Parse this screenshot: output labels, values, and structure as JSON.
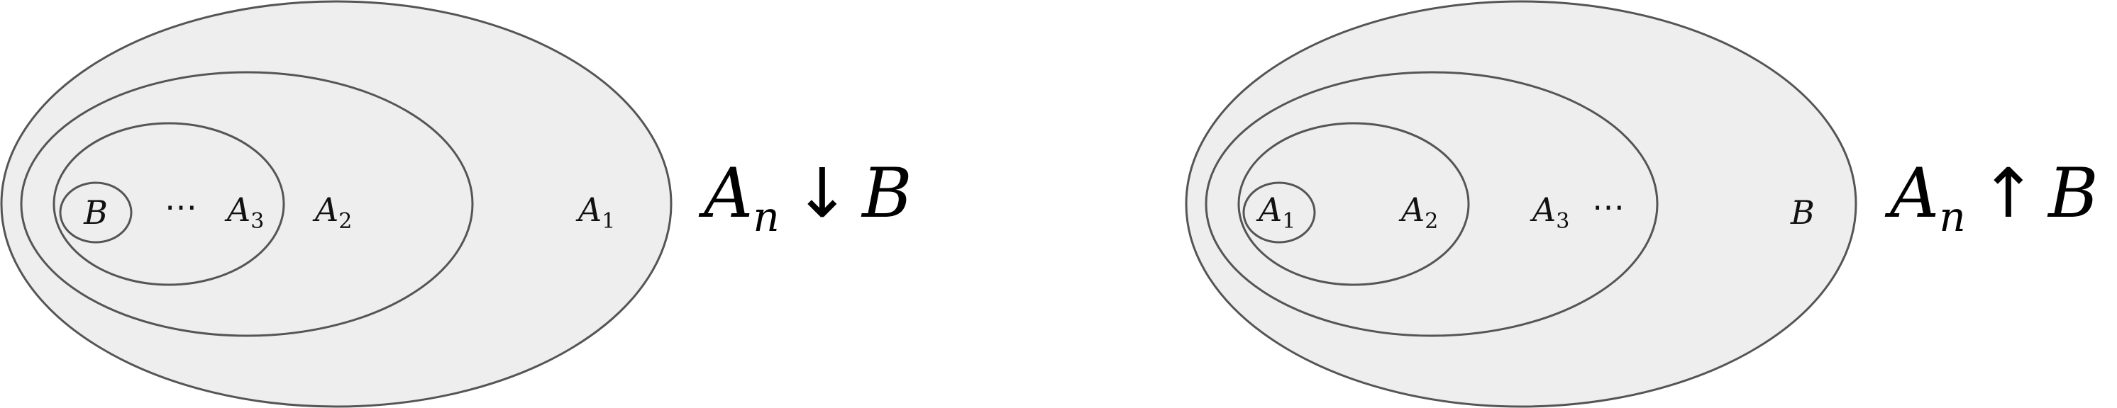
{
  "left_diagram": {
    "sets": [
      {
        "base": "A",
        "sub": "1"
      },
      {
        "base": "A",
        "sub": "2"
      },
      {
        "base": "A",
        "sub": "3"
      },
      {
        "base": "B",
        "sub": ""
      }
    ],
    "ellipsis": "⋯",
    "caption": {
      "base": "A",
      "sub": "n",
      "arrow": "↓",
      "limit": "B"
    }
  },
  "right_diagram": {
    "sets": [
      {
        "base": "A",
        "sub": "1"
      },
      {
        "base": "A",
        "sub": "2"
      },
      {
        "base": "A",
        "sub": "3"
      },
      {
        "base": "B",
        "sub": ""
      }
    ],
    "ellipsis": "⋯",
    "caption": {
      "base": "A",
      "sub": "n",
      "arrow": "↑",
      "limit": "B"
    }
  },
  "colors": {
    "fill": "#eeeeee",
    "stroke": "#555555",
    "text": "#111111"
  }
}
